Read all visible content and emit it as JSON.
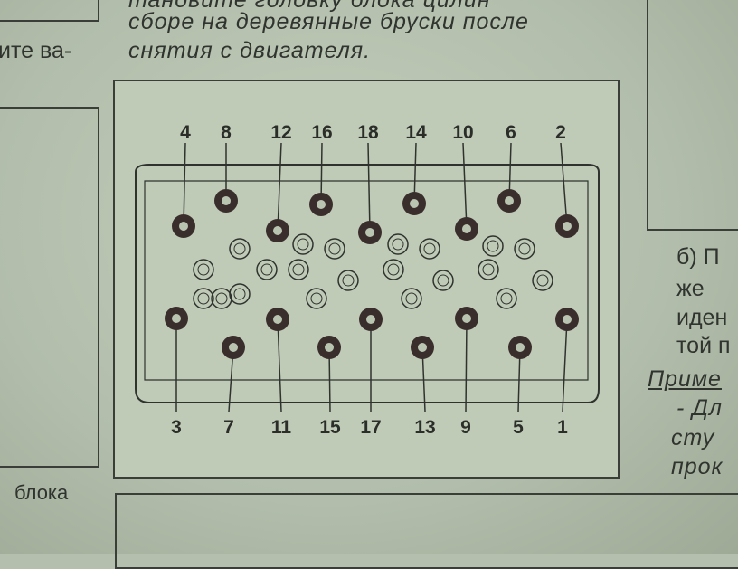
{
  "text": {
    "top_line_cut": "тановите головку блока цилин",
    "line2": "сборе на деревянные бруски после",
    "line3": "снятия с двигателя.",
    "left_line": "ите ва-",
    "left_bottom": "блока",
    "right_b": "б) П",
    "right_2": "же",
    "right_3": "иден",
    "right_4": "той п",
    "right_note": "Приме",
    "right_6": "-  Дл",
    "right_7": "сту",
    "right_8": "прок"
  },
  "diagram": {
    "top_labels": [
      "4",
      "8",
      "12",
      "16",
      "18",
      "14",
      "10",
      "6",
      "2"
    ],
    "bottom_labels": [
      "3",
      "7",
      "11",
      "15",
      "17",
      "13",
      "9",
      "5",
      "1"
    ],
    "bolt_color": "#3a2e2c",
    "line_color": "#2f332e"
  }
}
